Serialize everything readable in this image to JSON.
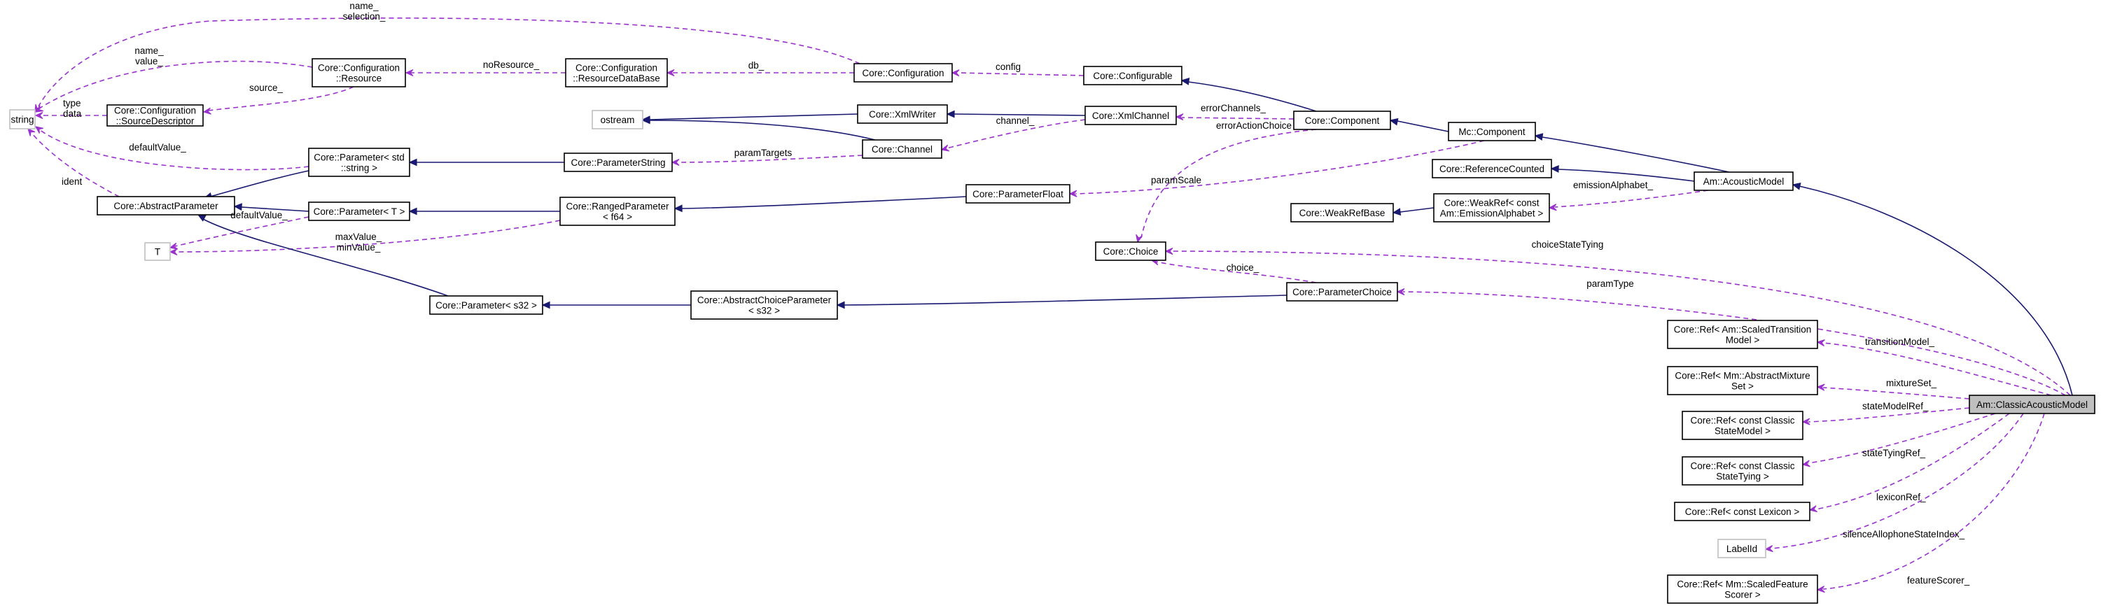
{
  "nodes": [
    {
      "id": "string",
      "lines": [
        "string"
      ],
      "external": true
    },
    {
      "id": "cfg_source_descriptor",
      "lines": [
        "Core::Configuration",
        "::SourceDescriptor"
      ]
    },
    {
      "id": "cfg_resource",
      "lines": [
        "Core::Configuration",
        "::Resource"
      ]
    },
    {
      "id": "cfg_resource_db",
      "lines": [
        "Core::Configuration",
        "::ResourceDataBase"
      ]
    },
    {
      "id": "configuration",
      "lines": [
        "Core::Configuration"
      ]
    },
    {
      "id": "configurable",
      "lines": [
        "Core::Configurable"
      ]
    },
    {
      "id": "abstract_parameter",
      "lines": [
        "Core::AbstractParameter"
      ]
    },
    {
      "id": "param_string_tpl",
      "lines": [
        "Core::Parameter< std",
        "::string >"
      ]
    },
    {
      "id": "param_t",
      "lines": [
        "Core::Parameter< T >"
      ]
    },
    {
      "id": "t_type",
      "lines": [
        "T"
      ],
      "external": true
    },
    {
      "id": "ostream",
      "lines": [
        "ostream"
      ],
      "external": true
    },
    {
      "id": "xml_writer",
      "lines": [
        "Core::XmlWriter"
      ]
    },
    {
      "id": "channel",
      "lines": [
        "Core::Channel"
      ]
    },
    {
      "id": "xml_channel",
      "lines": [
        "Core::XmlChannel"
      ]
    },
    {
      "id": "parameter_string",
      "lines": [
        "Core::ParameterString"
      ]
    },
    {
      "id": "ranged_parameter",
      "lines": [
        "Core::RangedParameter",
        "< f64 >"
      ]
    },
    {
      "id": "parameter_float",
      "lines": [
        "Core::ParameterFloat"
      ]
    },
    {
      "id": "component",
      "lines": [
        "Core::Component"
      ]
    },
    {
      "id": "mc_component",
      "lines": [
        "Mc::Component"
      ]
    },
    {
      "id": "reference_counted",
      "lines": [
        "Core::ReferenceCounted"
      ]
    },
    {
      "id": "weak_ref_base",
      "lines": [
        "Core::WeakRefBase"
      ]
    },
    {
      "id": "weak_ref_emission",
      "lines": [
        "Core::WeakRef< const",
        "Am::EmissionAlphabet >"
      ]
    },
    {
      "id": "acoustic_model",
      "lines": [
        "Am::AcousticModel"
      ]
    },
    {
      "id": "choice",
      "lines": [
        "Core::Choice"
      ]
    },
    {
      "id": "parameter_s32",
      "lines": [
        "Core::Parameter< s32 >"
      ]
    },
    {
      "id": "abstract_choice_param",
      "lines": [
        "Core::AbstractChoiceParameter",
        "< s32 >"
      ]
    },
    {
      "id": "parameter_choice",
      "lines": [
        "Core::ParameterChoice"
      ]
    },
    {
      "id": "ref_scaled_transition",
      "lines": [
        "Core::Ref< Am::ScaledTransition",
        "Model >"
      ]
    },
    {
      "id": "ref_abstract_mixture",
      "lines": [
        "Core::Ref< Mm::AbstractMixture",
        "Set >"
      ]
    },
    {
      "id": "ref_state_model",
      "lines": [
        "Core::Ref< const Classic",
        "StateModel >"
      ]
    },
    {
      "id": "ref_state_tying",
      "lines": [
        "Core::Ref< const Classic",
        "StateTying >"
      ]
    },
    {
      "id": "ref_lexicon",
      "lines": [
        "Core::Ref< const Lexicon >"
      ]
    },
    {
      "id": "label_id",
      "lines": [
        "LabelId"
      ],
      "external": true
    },
    {
      "id": "ref_feature_scorer",
      "lines": [
        "Core::Ref< Mm::ScaledFeature",
        "Scorer >"
      ]
    },
    {
      "id": "classic_acoustic_model",
      "lines": [
        "Am::ClassicAcousticModel"
      ],
      "focus": true
    }
  ],
  "edge_labels": [
    {
      "id": "name_selection",
      "lines": [
        "name_",
        "selection_"
      ]
    },
    {
      "id": "name_value",
      "lines": [
        "name_",
        "value_"
      ]
    },
    {
      "id": "type_data",
      "lines": [
        "type",
        "data"
      ]
    },
    {
      "id": "source",
      "lines": [
        "source_"
      ]
    },
    {
      "id": "no_resource",
      "lines": [
        "noResource_"
      ]
    },
    {
      "id": "db",
      "lines": [
        "db_"
      ]
    },
    {
      "id": "config",
      "lines": [
        "config"
      ]
    },
    {
      "id": "default_value_str",
      "lines": [
        "defaultValue_"
      ]
    },
    {
      "id": "ident",
      "lines": [
        "ident"
      ]
    },
    {
      "id": "default_value_t",
      "lines": [
        "defaultValue_"
      ]
    },
    {
      "id": "max_min_value",
      "lines": [
        "maxValue_",
        "minValue_"
      ]
    },
    {
      "id": "channel_lbl",
      "lines": [
        "channel_"
      ]
    },
    {
      "id": "param_targets",
      "lines": [
        "paramTargets"
      ]
    },
    {
      "id": "error_channels",
      "lines": [
        "errorChannels_"
      ]
    },
    {
      "id": "error_action_choice",
      "lines": [
        "errorActionChoice"
      ]
    },
    {
      "id": "param_scale",
      "lines": [
        "paramScale"
      ]
    },
    {
      "id": "emission_alphabet",
      "lines": [
        "emissionAlphabet_"
      ]
    },
    {
      "id": "choice_state_tying",
      "lines": [
        "choiceStateTying"
      ]
    },
    {
      "id": "choice_lbl",
      "lines": [
        "choice_"
      ]
    },
    {
      "id": "param_type",
      "lines": [
        "paramType"
      ]
    },
    {
      "id": "transition_model",
      "lines": [
        "transitionModel_"
      ]
    },
    {
      "id": "mixture_set",
      "lines": [
        "mixtureSet_"
      ]
    },
    {
      "id": "state_model_ref",
      "lines": [
        "stateModelRef_"
      ]
    },
    {
      "id": "state_tying_ref",
      "lines": [
        "stateTyingRef_"
      ]
    },
    {
      "id": "lexicon_ref",
      "lines": [
        "lexiconRef_"
      ]
    },
    {
      "id": "silence_allophone",
      "lines": [
        "silenceAllophoneStateIndex_"
      ]
    },
    {
      "id": "feature_scorer",
      "lines": [
        "featureScorer_"
      ]
    }
  ],
  "colors": {
    "inherit_edge": "#191970",
    "use_edge": "#9a32cd",
    "external_border": "#bfbfbf",
    "focus_fill": "#bfbfbf"
  }
}
